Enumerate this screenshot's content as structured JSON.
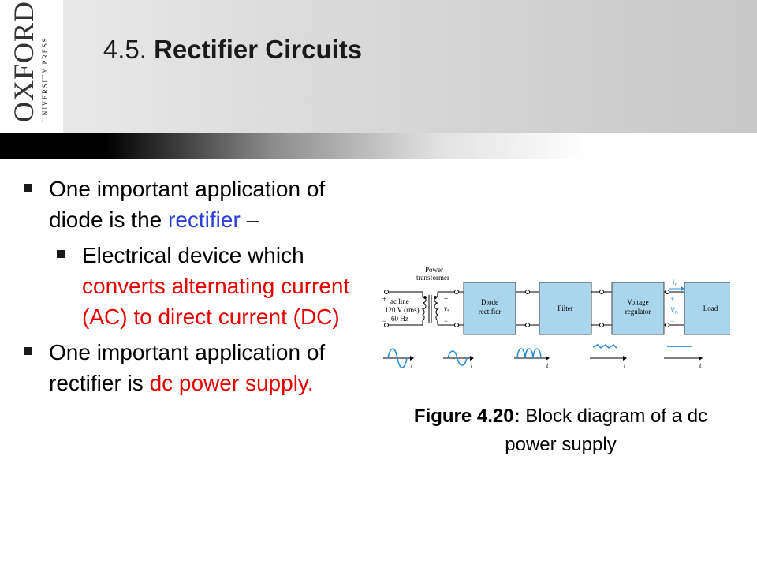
{
  "logo": {
    "name": "OXFORD",
    "subtitle": "UNIVERSITY PRESS"
  },
  "title": {
    "number": "4.5.",
    "text": "Rectifier Circuits"
  },
  "bullets": {
    "b1": {
      "text": "One important application of diode is the ",
      "highlight": "rectifier",
      "tail": " –"
    },
    "b1_sub": {
      "text": "Electrical device which ",
      "highlight": "converts alternating current (AC) to direct current (DC)"
    },
    "b2": {
      "text": "One important application of rectifier is ",
      "highlight": "dc power supply."
    }
  },
  "diagram": {
    "top_label_1": "Power",
    "top_label_2": "transformer",
    "input_line_1": "ac line",
    "input_line_2": "120 V (rms)",
    "input_line_3": "60 Hz",
    "source_label": "v",
    "source_sub": "S",
    "out_current": "i",
    "out_current_sub": "L",
    "out_voltage": "V",
    "out_voltage_sub": "O",
    "plus": "+",
    "minus": "−",
    "time_symbol": "t",
    "blocks": [
      "Diode rectifier",
      "Filter",
      "Voltage regulator",
      "Load"
    ],
    "block_fill": "#a9d6ec",
    "accent_blue": "#2b8fd6"
  },
  "caption": {
    "bold": "Figure 4.20:",
    "text": " Block diagram of a dc power supply"
  }
}
